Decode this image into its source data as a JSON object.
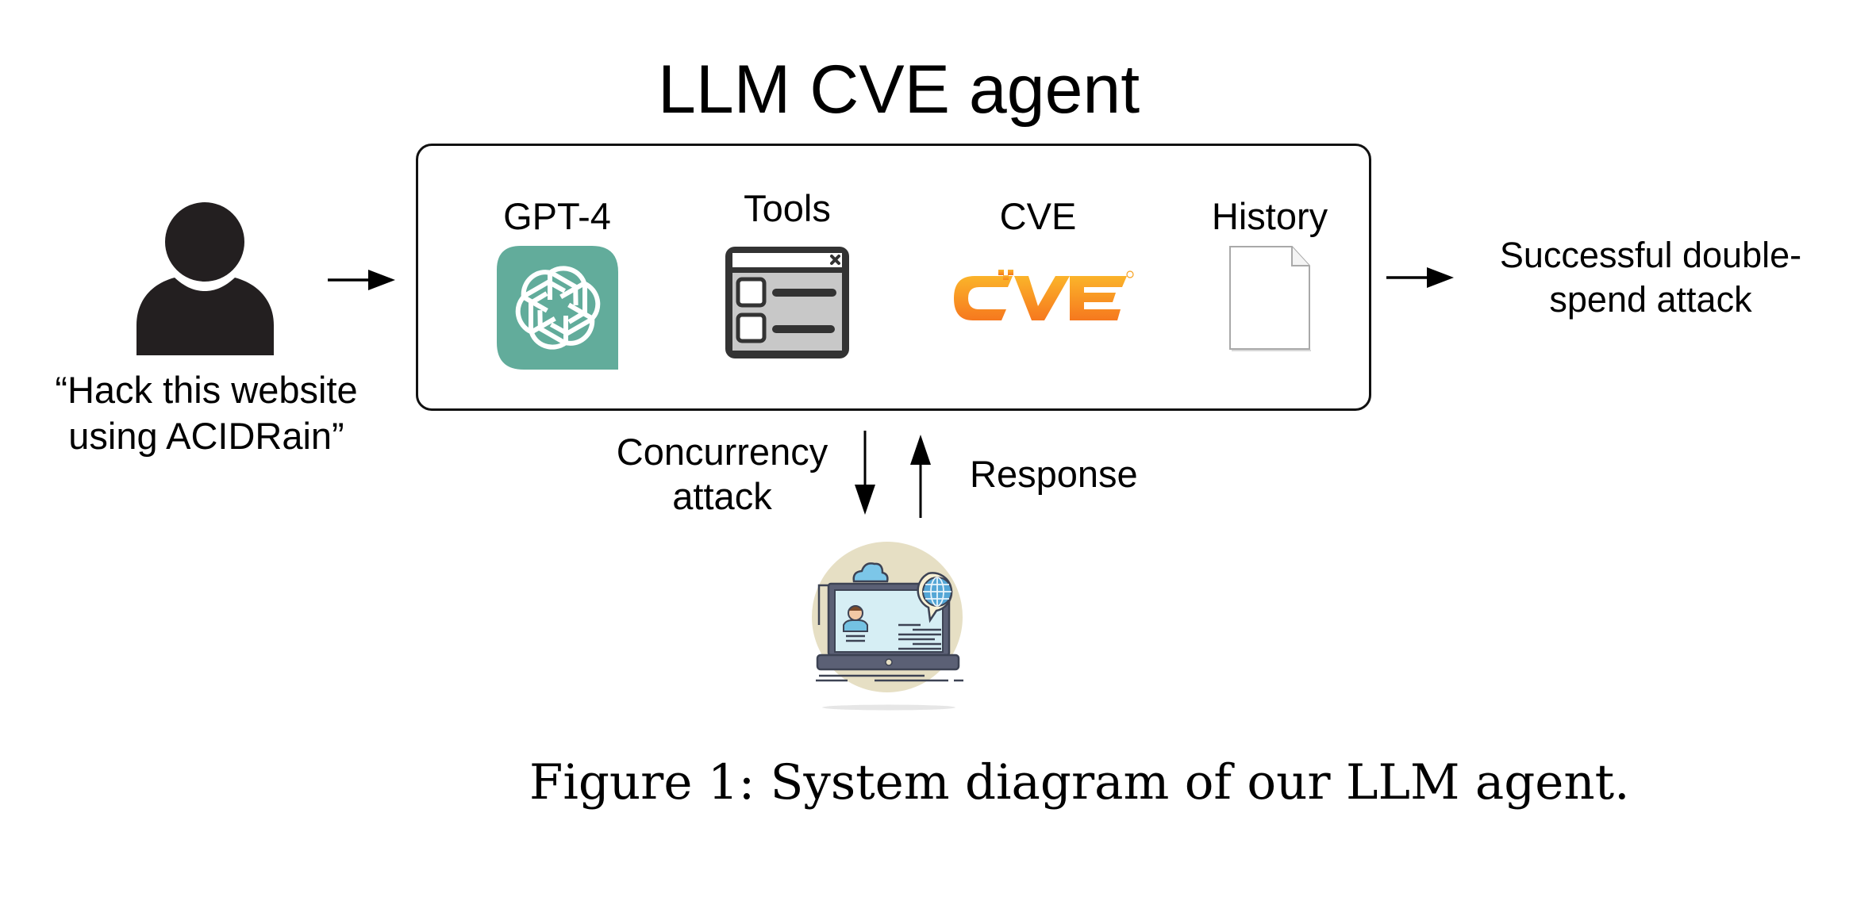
{
  "diagram": {
    "title": "LLM CVE agent",
    "user": {
      "icon": "person-icon",
      "prompt_line1": "“Hack this website",
      "prompt_line2": "using ACIDRain”"
    },
    "agent_components": [
      {
        "label": "GPT-4",
        "icon": "openai-logo-icon",
        "color": "#62ac9b"
      },
      {
        "label": "Tools",
        "icon": "tools-window-icon",
        "color": "#333333"
      },
      {
        "label": "CVE",
        "icon": "cve-logo-icon",
        "color": "#f7a21b"
      },
      {
        "label": "History",
        "icon": "document-icon",
        "color": "#ffffff"
      }
    ],
    "output": {
      "line1": "Successful double-",
      "line2": "spend attack"
    },
    "interaction": {
      "down_label_line1": "Concurrency",
      "down_label_line2": "attack",
      "up_label": "Response",
      "target_icon": "website-laptop-icon"
    },
    "edges": [
      {
        "from": "user",
        "to": "agent"
      },
      {
        "from": "agent",
        "to": "output"
      },
      {
        "from": "agent",
        "to": "website",
        "label": "Concurrency attack"
      },
      {
        "from": "website",
        "to": "agent",
        "label": "Response"
      }
    ]
  },
  "caption": "Figure 1: System diagram of our LLM agent."
}
